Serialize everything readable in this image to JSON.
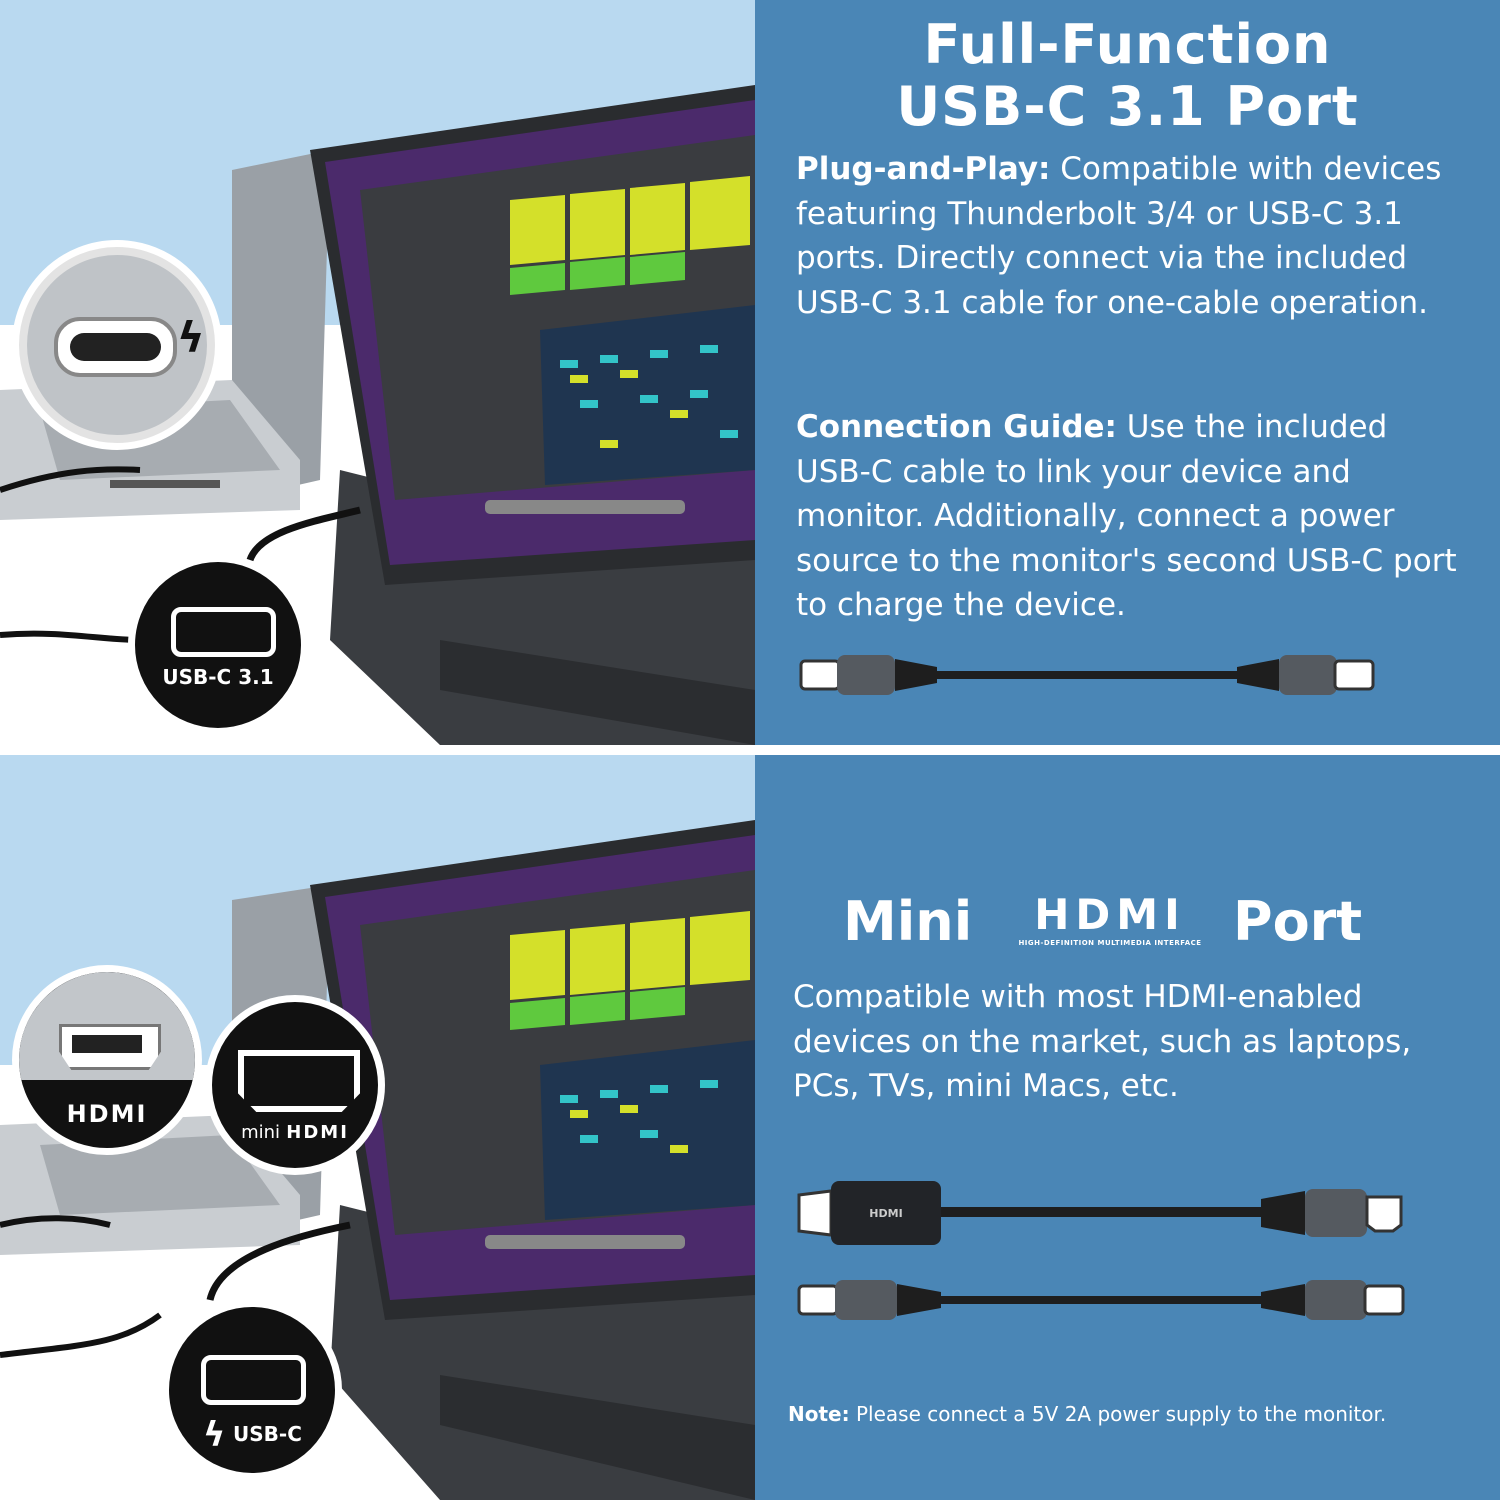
{
  "colors": {
    "light_blue_bg": "#b9d9f0",
    "panel_blue": "#4a86b6",
    "white": "#ffffff",
    "black": "#111111",
    "screen_yellow": "#d4e02a",
    "screen_green": "#5fc93e"
  },
  "section_usbc": {
    "title_line1": "Full-Function",
    "title_line2": "USB-C 3.1 Port",
    "plug_label": "Plug-and-Play:",
    "plug_text": " Compatible with devices featuring Thunderbolt 3/4 or USB-C 3.1 ports. Directly connect via the included USB-C 3.1 cable for one-cable operation.",
    "guide_label": "Connection Guide:",
    "guide_text": " Use the included USB-C cable to link your device and monitor. Additionally, connect a power source to the monitor's second USB-C port to charge the device.",
    "icons": [
      "usb-c-cable-icon"
    ],
    "callout_laptop_icon": "thunderbolt-port-icon",
    "callout_monitor_label": "USB-C 3.1"
  },
  "section_hdmi": {
    "title_prefix": "Mini",
    "title_logo": "HDMI",
    "title_logo_sub": "HIGH-DEFINITION MULTIMEDIA INTERFACE",
    "title_suffix": "Port",
    "body": "Compatible with most HDMI-enabled devices on the market, such as laptops, PCs, TVs, mini Macs, etc.",
    "cable_hdmi_label": "HDMI",
    "note_label": "Note:",
    "note_text": " Please connect a 5V 2A power supply to the monitor.",
    "callout_laptop_label": "HDMI",
    "callout_mini_prefix": "mini",
    "callout_mini_label": "HDMI",
    "callout_usbc_label": "USB-C",
    "icons": [
      "hdmi-cable-icon",
      "usb-c-cable-icon"
    ]
  }
}
